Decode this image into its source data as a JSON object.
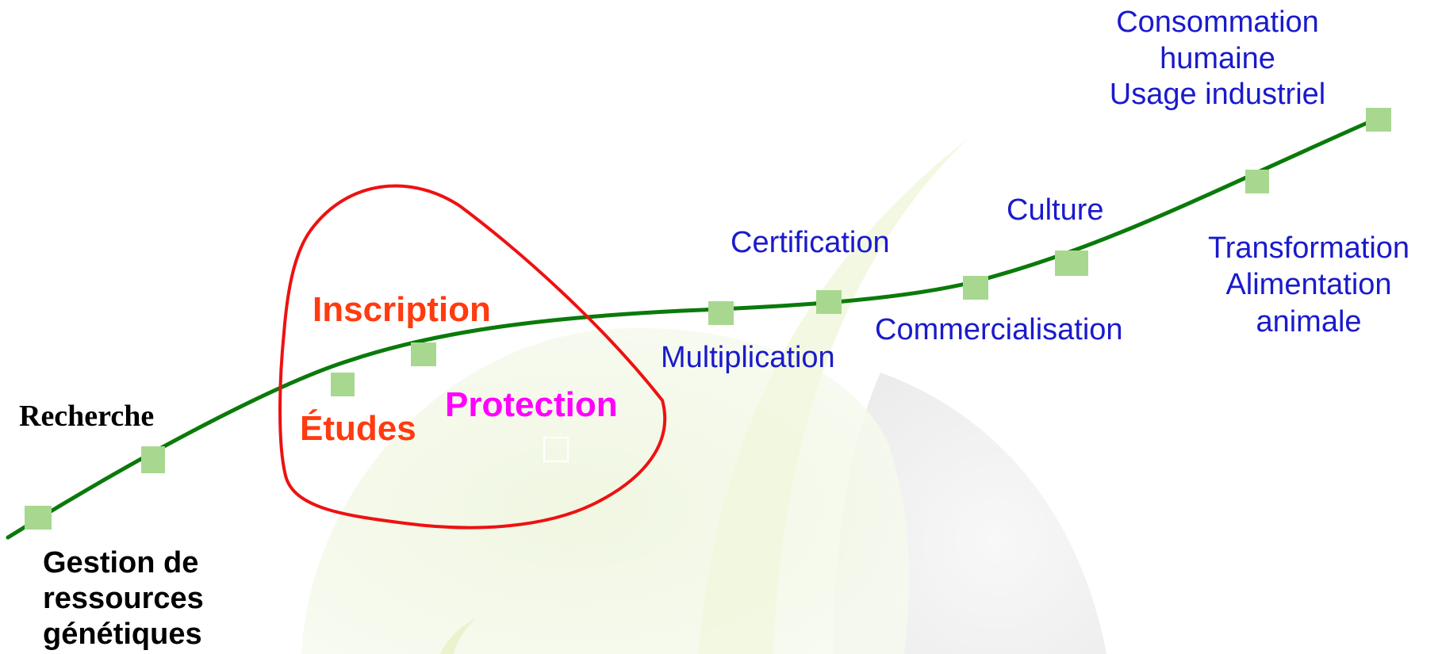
{
  "colors": {
    "stage_labels": "#1a1acc",
    "highlight_labels": "#ff3b0f",
    "protection_label": "#ff00ff",
    "path_line": "#0a7a0a",
    "markers": "#a8d88f",
    "loop": "#ee1111"
  },
  "labels": {
    "gestion_1": "Gestion de",
    "gestion_2": "ressources",
    "gestion_3": "génétiques",
    "recherche": "Recherche",
    "etudes": "Études",
    "inscription": "Inscription",
    "protection": "Protection",
    "multiplication": "Multiplication",
    "certification": "Certification",
    "commercialisation": "Commercialisation",
    "culture": "Culture",
    "transformation": "Transformation",
    "alimentation_1": "Alimentation",
    "alimentation_2": "animale",
    "consommation_1": "Consommation",
    "consommation_2": "humaine",
    "consommation_3": "Usage industriel"
  }
}
